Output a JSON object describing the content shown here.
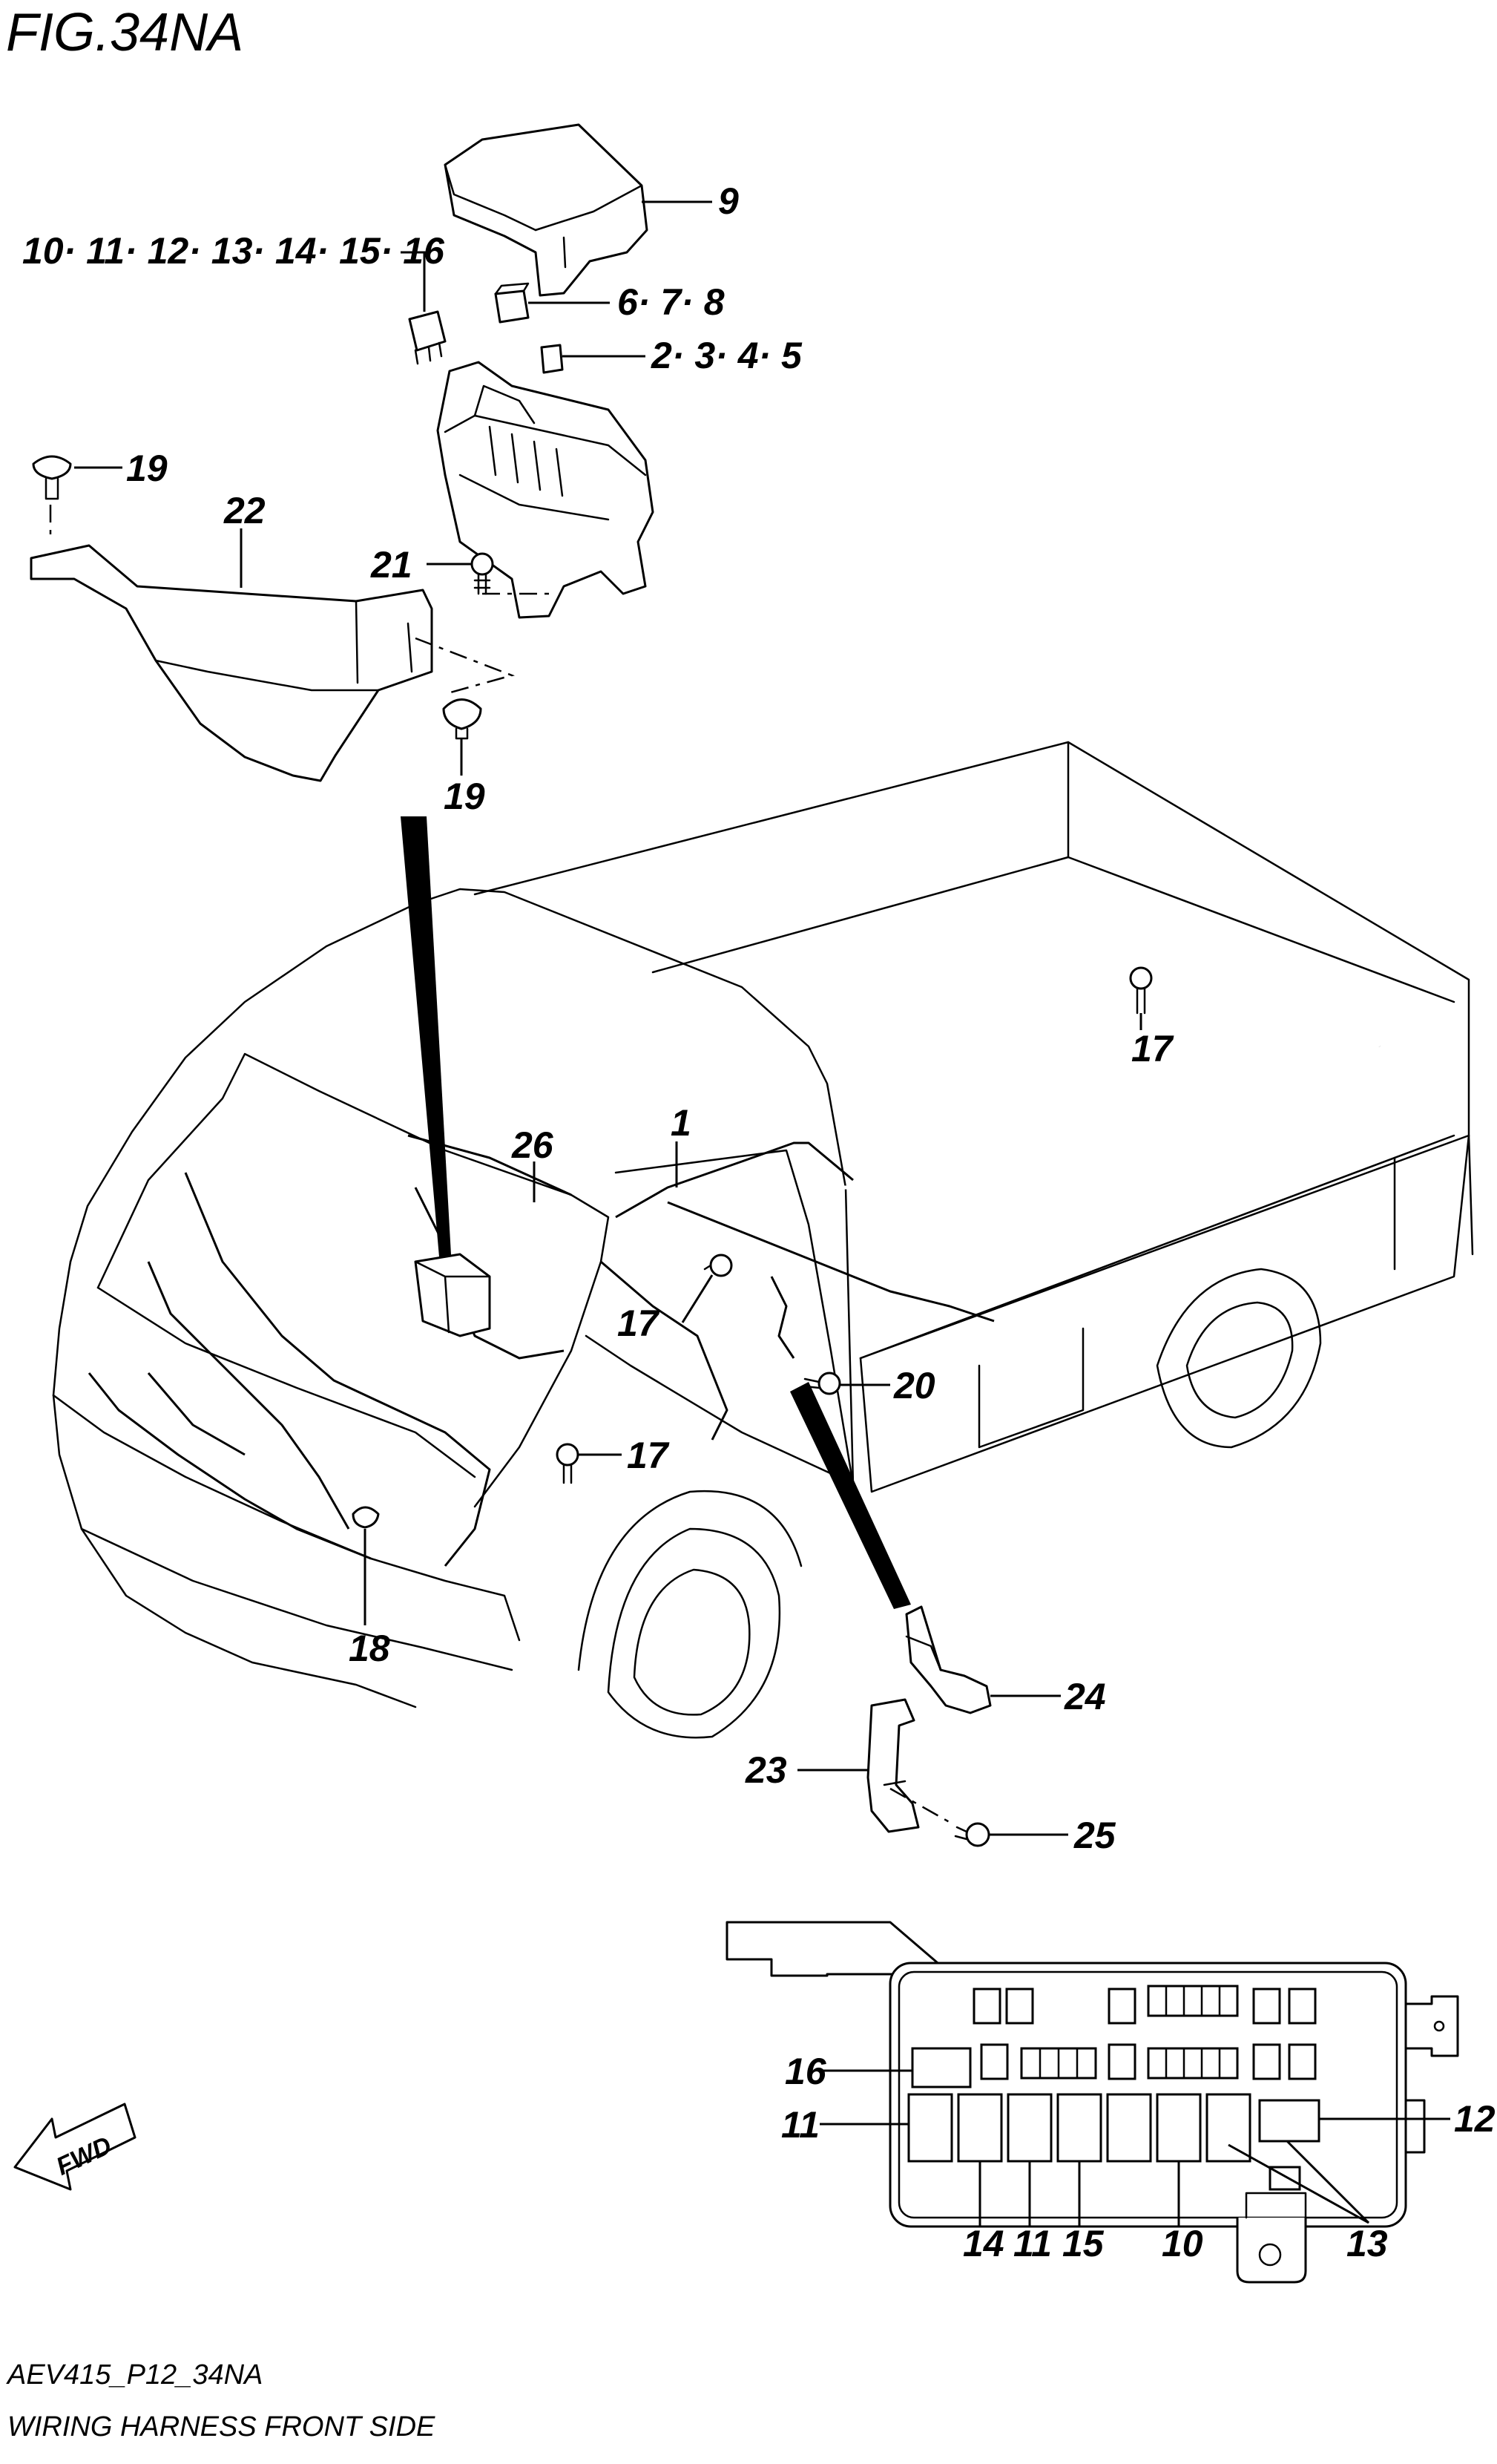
{
  "figure": {
    "title": "FIG.34NA",
    "footer_code": "AEV415_P12_34NA",
    "footer_title": "WIRING HARNESS FRONT SIDE",
    "fwd_label": "FWD"
  },
  "callouts": {
    "c1": "1",
    "c9": "9",
    "c10_16": "10· 11· 12· 13· 14· 15· 16",
    "c6_8": "6· 7· 8",
    "c2_5": "2· 3· 4· 5",
    "c19a": "19",
    "c22": "22",
    "c21": "21",
    "c19b": "19",
    "c17a": "17",
    "c26": "26",
    "c17b": "17",
    "c20": "20",
    "c17c": "17",
    "c18": "18",
    "c24": "24",
    "c23": "23",
    "c25": "25",
    "fb16": "16",
    "fb11": "11",
    "fb12": "12",
    "fb14": "14",
    "fb11b": "11",
    "fb15": "15",
    "fb10": "10",
    "fb13": "13"
  }
}
